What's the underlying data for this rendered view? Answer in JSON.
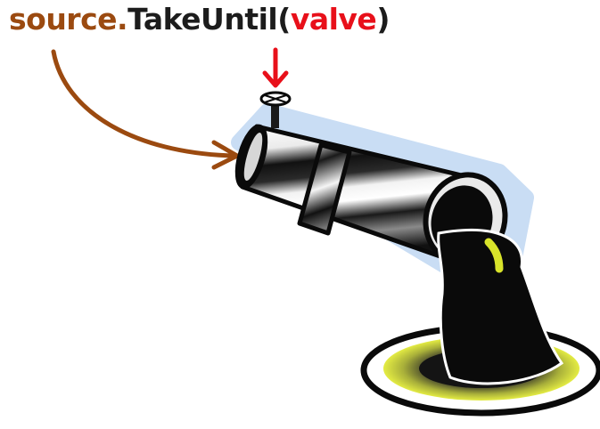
{
  "code": {
    "object": "source",
    "dot": ".",
    "method": "TakeUntil",
    "open_paren": "(",
    "argument": "valve",
    "close_paren": ")"
  },
  "colors": {
    "object": "#9b4a10",
    "method": "#1c1c1c",
    "argument": "#e8101a",
    "flow_arrow": "#9b4a10",
    "valve_arrow": "#e8101a",
    "pipe_glow": "#c9ddf4",
    "liquid": "#0a0a0a",
    "puddle_ring": "#d8e32a"
  },
  "icons": {
    "flow_arrow": "curved-arrow-icon",
    "valve_arrow": "down-arrow-icon",
    "valve": "valve-wheel-icon",
    "pipe": "pipe-icon",
    "puddle": "puddle-icon"
  }
}
